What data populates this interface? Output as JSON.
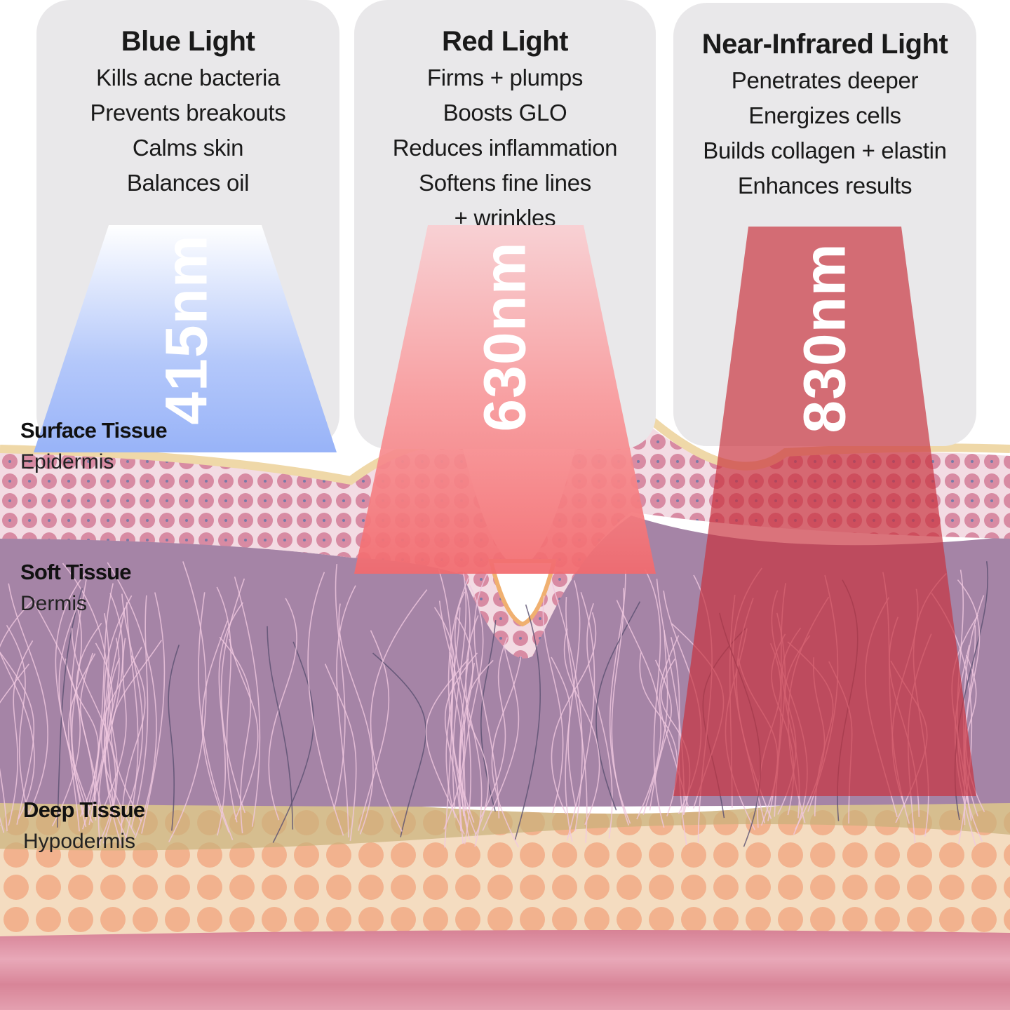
{
  "cards": [
    {
      "title": "Blue Light",
      "items": [
        "Kills acne bacteria",
        "Prevents breakouts",
        "Calms skin",
        "Balances oil"
      ],
      "wavelength": "415nm",
      "color": "#9bb5f8"
    },
    {
      "title": "Red Light",
      "items": [
        "Firms + plumps",
        "Boosts GLO",
        "Reduces inflammation",
        "Softens fine lines",
        "+ wrinkles"
      ],
      "wavelength": "630nm",
      "color": "#f26a6e"
    },
    {
      "title": "Near-Infrared Light",
      "items": [
        "Penetrates deeper",
        "Energizes cells",
        "Builds collagen + elastin",
        "Enhances results"
      ],
      "wavelength": "830nm",
      "color": "#c8303c"
    }
  ],
  "layers": [
    {
      "name": "Surface Tissue",
      "sub": "Epidermis"
    },
    {
      "name": "Soft Tissue",
      "sub": "Dermis"
    },
    {
      "name": "Deep Tissue",
      "sub": "Hypodermis"
    }
  ]
}
